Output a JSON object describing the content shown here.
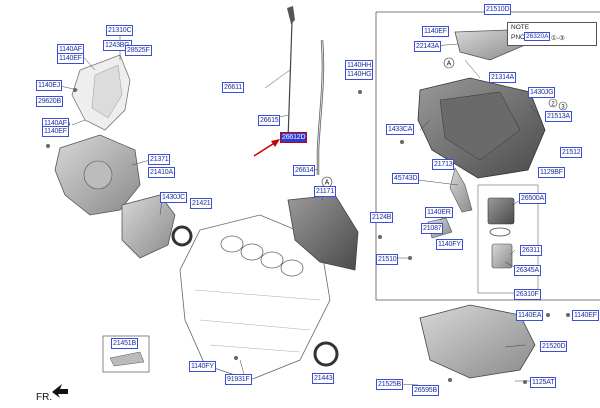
{
  "title": "",
  "note": {
    "label": "NOTE",
    "pnc_label": "PNC",
    "pnc_code": "26320A",
    "pnc_refs": "①-③"
  },
  "markers": [
    "A",
    "A",
    "1",
    "2",
    "3"
  ],
  "direction_label": "FR.",
  "callouts": [
    {
      "code": "21310C",
      "highlight": false
    },
    {
      "code": "1243BG",
      "highlight": false
    },
    {
      "code": "28525F",
      "highlight": false
    },
    {
      "code": "1140AF",
      "highlight": false
    },
    {
      "code": "1140EF",
      "highlight": false
    },
    {
      "code": "1140EJ",
      "highlight": false
    },
    {
      "code": "29620B",
      "highlight": false
    },
    {
      "code": "1140AF",
      "highlight": false
    },
    {
      "code": "1140EF",
      "highlight": false
    },
    {
      "code": "21371",
      "highlight": false
    },
    {
      "code": "21410A",
      "highlight": false
    },
    {
      "code": "1430JC",
      "highlight": false
    },
    {
      "code": "21421",
      "highlight": false
    },
    {
      "code": "26611",
      "highlight": false
    },
    {
      "code": "26615",
      "highlight": false
    },
    {
      "code": "26612D",
      "highlight": true
    },
    {
      "code": "26614",
      "highlight": false
    },
    {
      "code": "21171",
      "highlight": false
    },
    {
      "code": "1140HH",
      "highlight": false
    },
    {
      "code": "1140HG",
      "highlight": false
    },
    {
      "code": "21510D",
      "highlight": false
    },
    {
      "code": "1140EF",
      "highlight": false
    },
    {
      "code": "22143A",
      "highlight": false
    },
    {
      "code": "21314A",
      "highlight": false
    },
    {
      "code": "1430JG",
      "highlight": false
    },
    {
      "code": "21513A",
      "highlight": false
    },
    {
      "code": "1433CA",
      "highlight": false
    },
    {
      "code": "21512",
      "highlight": false
    },
    {
      "code": "21713",
      "highlight": false
    },
    {
      "code": "1129BF",
      "highlight": false
    },
    {
      "code": "45743D",
      "highlight": false
    },
    {
      "code": "26500A",
      "highlight": false
    },
    {
      "code": "1140ER",
      "highlight": false
    },
    {
      "code": "21087",
      "highlight": false
    },
    {
      "code": "1140FY",
      "highlight": false
    },
    {
      "code": "2124B",
      "highlight": false
    },
    {
      "code": "21510",
      "highlight": false
    },
    {
      "code": "26311",
      "highlight": false
    },
    {
      "code": "26345A",
      "highlight": false
    },
    {
      "code": "26310F",
      "highlight": false
    },
    {
      "code": "1140EA",
      "highlight": false
    },
    {
      "code": "1140EF",
      "highlight": false
    },
    {
      "code": "21520D",
      "highlight": false
    },
    {
      "code": "21451B",
      "highlight": false
    },
    {
      "code": "1140FY",
      "highlight": false
    },
    {
      "code": "91931F",
      "highlight": false
    },
    {
      "code": "21443",
      "highlight": false
    },
    {
      "code": "21525B",
      "highlight": false
    },
    {
      "code": "26595B",
      "highlight": false
    },
    {
      "code": "1125AT",
      "highlight": false
    }
  ]
}
